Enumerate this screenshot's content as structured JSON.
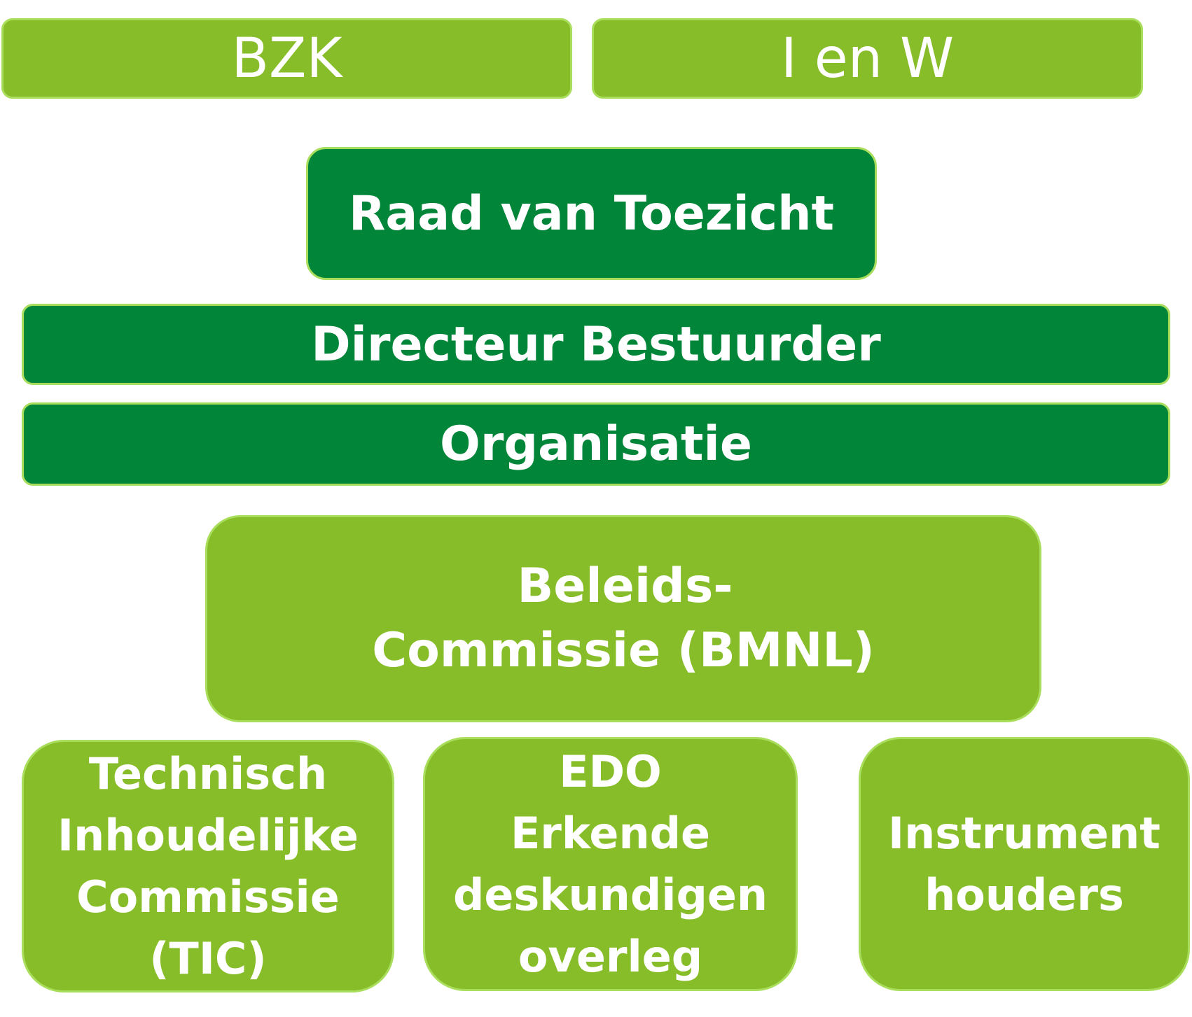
{
  "top_row": {
    "bzk": "BZK",
    "ienw": "I en W"
  },
  "raad": "Raad van Toezicht",
  "directeur": "Directeur Bestuurder",
  "organisatie": "Organisatie",
  "beleids": {
    "line1": "Beleids-",
    "line2": "Commissie (BMNL)"
  },
  "tic": {
    "line1": "Technisch",
    "line2": "Inhoudelijke",
    "line3": "Commissie",
    "line4": "(TIC)"
  },
  "edo": {
    "line1": "EDO",
    "line2": "Erkende",
    "line3": "deskundigen",
    "line4": "overleg"
  },
  "instrument": {
    "line1": "Instrument",
    "line2": "houders"
  },
  "colors": {
    "light_green": "#88bd2a",
    "dark_green": "#008539",
    "border_green": "#a9dd5c",
    "text": "#ffffff"
  }
}
